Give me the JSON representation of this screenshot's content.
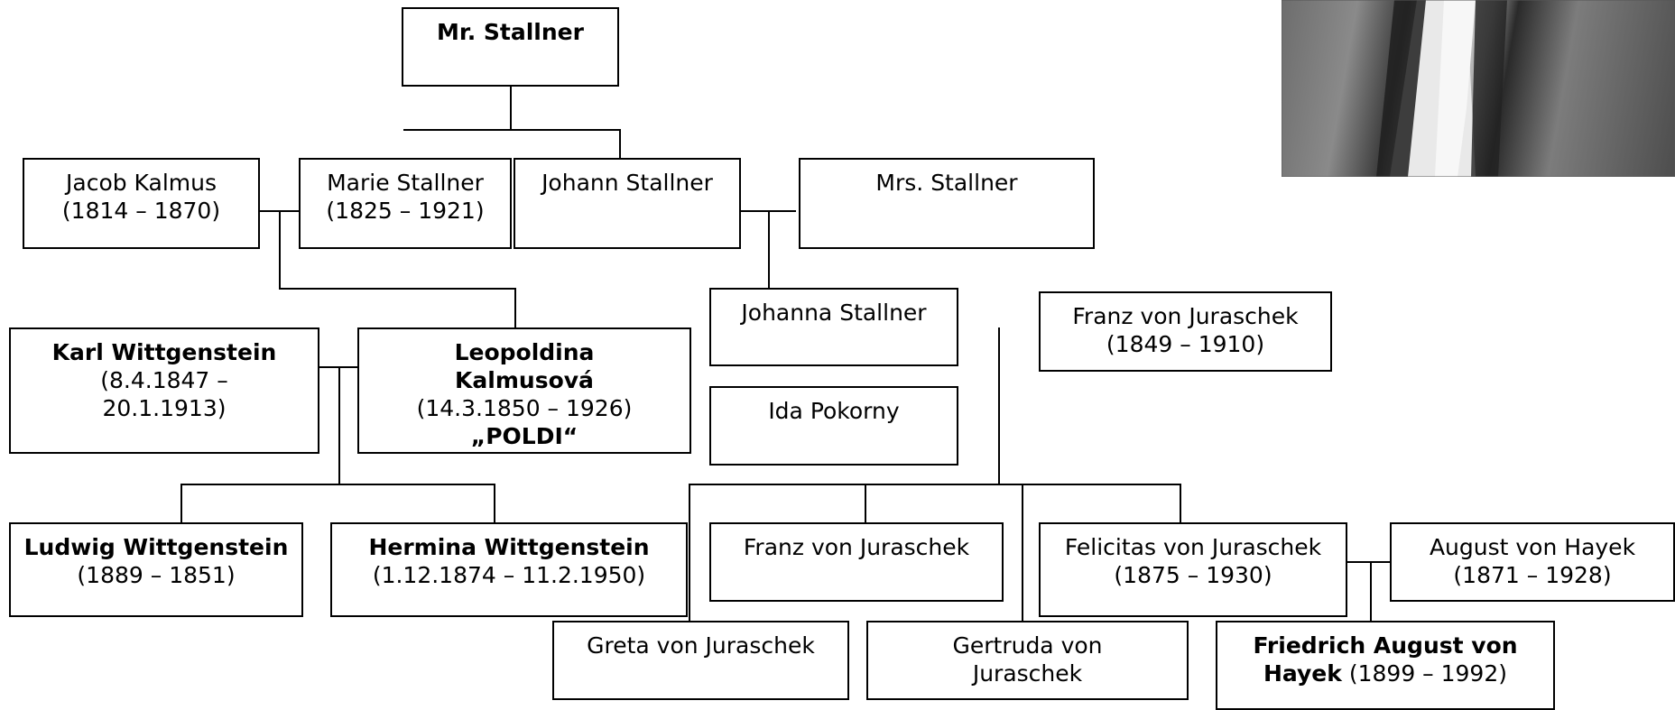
{
  "people": {
    "mr_stallner": {
      "name": "Mr. Stallner"
    },
    "jacob": {
      "name": "Jacob Kalmus",
      "dates": "(1814 – 1870)"
    },
    "marie": {
      "name": "Marie Stallner",
      "dates": "(1825 – 1921)"
    },
    "johann": {
      "name": "Johann Stallner"
    },
    "mrs_stallner": {
      "name": "Mrs. Stallner"
    },
    "karl": {
      "name": "Karl Wittgenstein",
      "dates": "(8.4.1847 – 20.1.1913)"
    },
    "leopoldina": {
      "name": "Leopoldina Kalmusová",
      "dates": "(14.3.1850 – 1926)",
      "nickname": "„POLDI“"
    },
    "johanna": {
      "name": "Johanna Stallner"
    },
    "ida": {
      "name": "Ida Pokorny"
    },
    "franz_sr": {
      "name": "Franz von Juraschek",
      "dates": "(1849 – 1910)"
    },
    "ludwig": {
      "name": "Ludwig Wittgenstein",
      "dates": "(1889 – 1851)"
    },
    "hermina": {
      "name": "Hermina Wittgenstein",
      "dates": "(1.12.1874 – 11.2.1950)"
    },
    "franz_jr": {
      "name": "Franz von Juraschek"
    },
    "felicitas": {
      "name": "Felicitas von Juraschek",
      "dates": "(1875 – 1930)"
    },
    "august": {
      "name": "August von Hayek",
      "dates": "(1871 – 1928)"
    },
    "greta": {
      "name": "Greta von Juraschek"
    },
    "gertruda": {
      "name": "Gertruda von Juraschek"
    },
    "friedrich": {
      "name": "Friedrich August von Hayek",
      "dates": "(1899 – 1992)"
    }
  },
  "photo": {
    "icon": "portrait-photo"
  }
}
